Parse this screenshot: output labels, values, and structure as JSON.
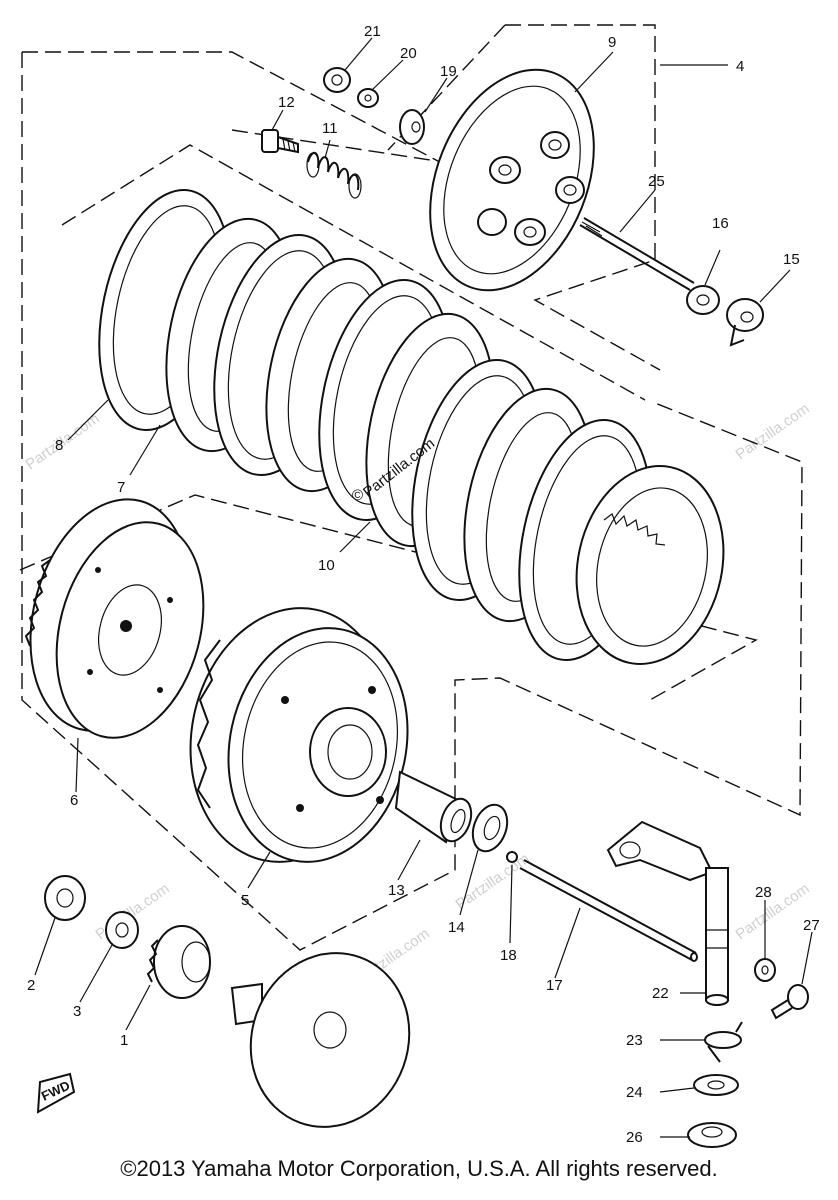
{
  "diagram": {
    "callouts": [
      "1",
      "2",
      "3",
      "4",
      "5",
      "6",
      "7",
      "8",
      "9",
      "10",
      "11",
      "12",
      "13",
      "14",
      "15",
      "16",
      "17",
      "18",
      "19",
      "20",
      "21",
      "22",
      "23",
      "24",
      "25",
      "26",
      "27",
      "28"
    ],
    "direction_label": "FWD",
    "watermark": "Partzilla.com",
    "watermark_mark": "©"
  },
  "footer": {
    "copyright": "©2013 Yamaha Motor Corporation, U.S.A. All rights reserved."
  }
}
